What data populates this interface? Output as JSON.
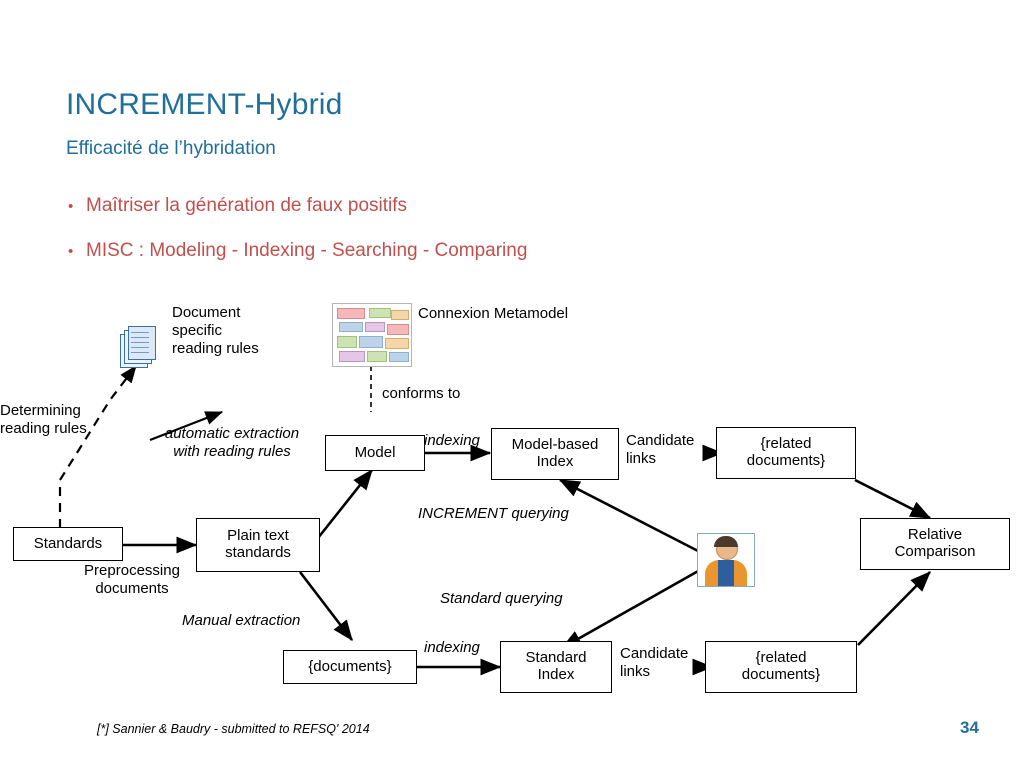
{
  "slide": {
    "title": "INCREMENT-Hybrid",
    "subtitle": "Efficacité de l’hybridation",
    "bullet_marker": "•",
    "bullets": [
      "Maîtriser la génération de faux positifs",
      "MISC : Modeling - Indexing - Searching - Comparing"
    ],
    "footnote": "[*] Sannier & Baudry - submitted to REFSQ' 2014",
    "page_number": "34",
    "colors": {
      "title": "#1F6F9B",
      "bullet": "#C0504D",
      "box_border": "#000000",
      "page_number": "#1F6F9B"
    }
  },
  "diagram": {
    "boxes": [
      {
        "id": "model",
        "label": "Model"
      },
      {
        "id": "model_based_index",
        "label": "Model-based\nIndex"
      },
      {
        "id": "related_documents_top",
        "label": "{related\ndocuments}"
      },
      {
        "id": "standards",
        "label": "Standards"
      },
      {
        "id": "plain_text_standards",
        "label": "Plain text\nstandards"
      },
      {
        "id": "relative_comparison",
        "label": "Relative\nComparison"
      },
      {
        "id": "documents",
        "label": "{documents}"
      },
      {
        "id": "standard_index",
        "label": "Standard\nIndex"
      },
      {
        "id": "related_documents_bottom",
        "label": "{related\ndocuments}"
      }
    ],
    "labels": [
      {
        "id": "document_specific_reading_rules",
        "text": "Document\nspecific\nreading rules"
      },
      {
        "id": "connexion_metamodel",
        "text": "Connexion Metamodel"
      },
      {
        "id": "conforms_to",
        "text": "conforms to"
      },
      {
        "id": "determining_reading_rules",
        "text": "Determining\nreading rules"
      },
      {
        "id": "automatic_extraction",
        "text": "automatic extraction\nwith reading rules"
      },
      {
        "id": "indexing_top",
        "text": "indexing"
      },
      {
        "id": "candidate_links_top",
        "text": "Candidate\nlinks"
      },
      {
        "id": "increment_querying",
        "text": "INCREMENT querying"
      },
      {
        "id": "preprocessing_documents",
        "text": "Preprocessing\ndocuments"
      },
      {
        "id": "standard_querying",
        "text": "Standard querying"
      },
      {
        "id": "manual_extraction",
        "text": "Manual extraction"
      },
      {
        "id": "indexing_bottom",
        "text": "indexing"
      },
      {
        "id": "candidate_links_bottom",
        "text": "Candidate\nlinks"
      }
    ],
    "icons": [
      {
        "id": "documents-stack-icon",
        "name": "documents-stack-icon"
      },
      {
        "id": "metamodel-thumbnail-icon",
        "name": "metamodel-thumbnail-icon"
      },
      {
        "id": "user-avatar-icon",
        "name": "user-avatar-icon"
      }
    ]
  }
}
